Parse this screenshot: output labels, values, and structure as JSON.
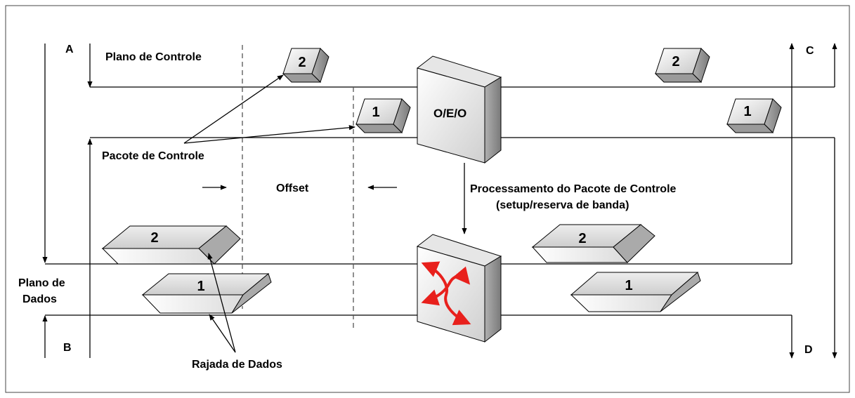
{
  "labels": {
    "a": "A",
    "b": "B",
    "c": "C",
    "d": "D",
    "plano_controle": "Plano de Controle",
    "plano_dados_line1": "Plano de",
    "plano_dados_line2": "Dados",
    "pacote_controle": "Pacote de Controle",
    "offset": "Offset",
    "oeo": "O/E/O",
    "processamento_line1": "Processamento do Pacote de Controle",
    "processamento_line2": "(setup/reserva de banda)",
    "rajada_dados": "Rajada de Dados"
  },
  "packets": {
    "control_2_left": "2",
    "control_1_left": "1",
    "control_2_right": "2",
    "control_1_right": "1",
    "burst_2_left": "2",
    "burst_1_left": "1",
    "burst_2_right": "2",
    "burst_1_right": "1"
  },
  "colors": {
    "switch_arrows": "#e8201c",
    "box_dark": "#8c8c8c",
    "box_light": "#f2f2f2"
  }
}
